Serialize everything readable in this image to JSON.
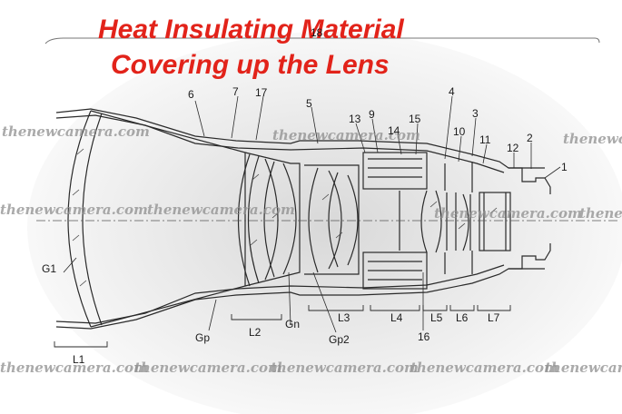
{
  "headline": {
    "line1": "Heat Insulating Material",
    "line2": "Covering up the Lens"
  },
  "watermark": "thenewcamera.com",
  "part_labels": {
    "n1": "1",
    "n2": "2",
    "n3": "3",
    "n4": "4",
    "n5": "5",
    "n6": "6",
    "n7": "7",
    "n9": "9",
    "n10": "10",
    "n11": "11",
    "n12": "12",
    "n13": "13",
    "n14": "14",
    "n15": "15",
    "n16": "16",
    "n17": "17",
    "n18": "18",
    "G1": "G1",
    "Gp": "Gp",
    "Gn": "Gn",
    "Gp2": "Gp2",
    "L1": "L1",
    "L2": "L2",
    "L3": "L3",
    "L4": "L4",
    "L5": "L5",
    "L6": "L6",
    "L7": "L7"
  },
  "colors": {
    "headline": "#e2231a",
    "line_art": "#2a2a2a",
    "watermark": "#8e8e8e"
  }
}
